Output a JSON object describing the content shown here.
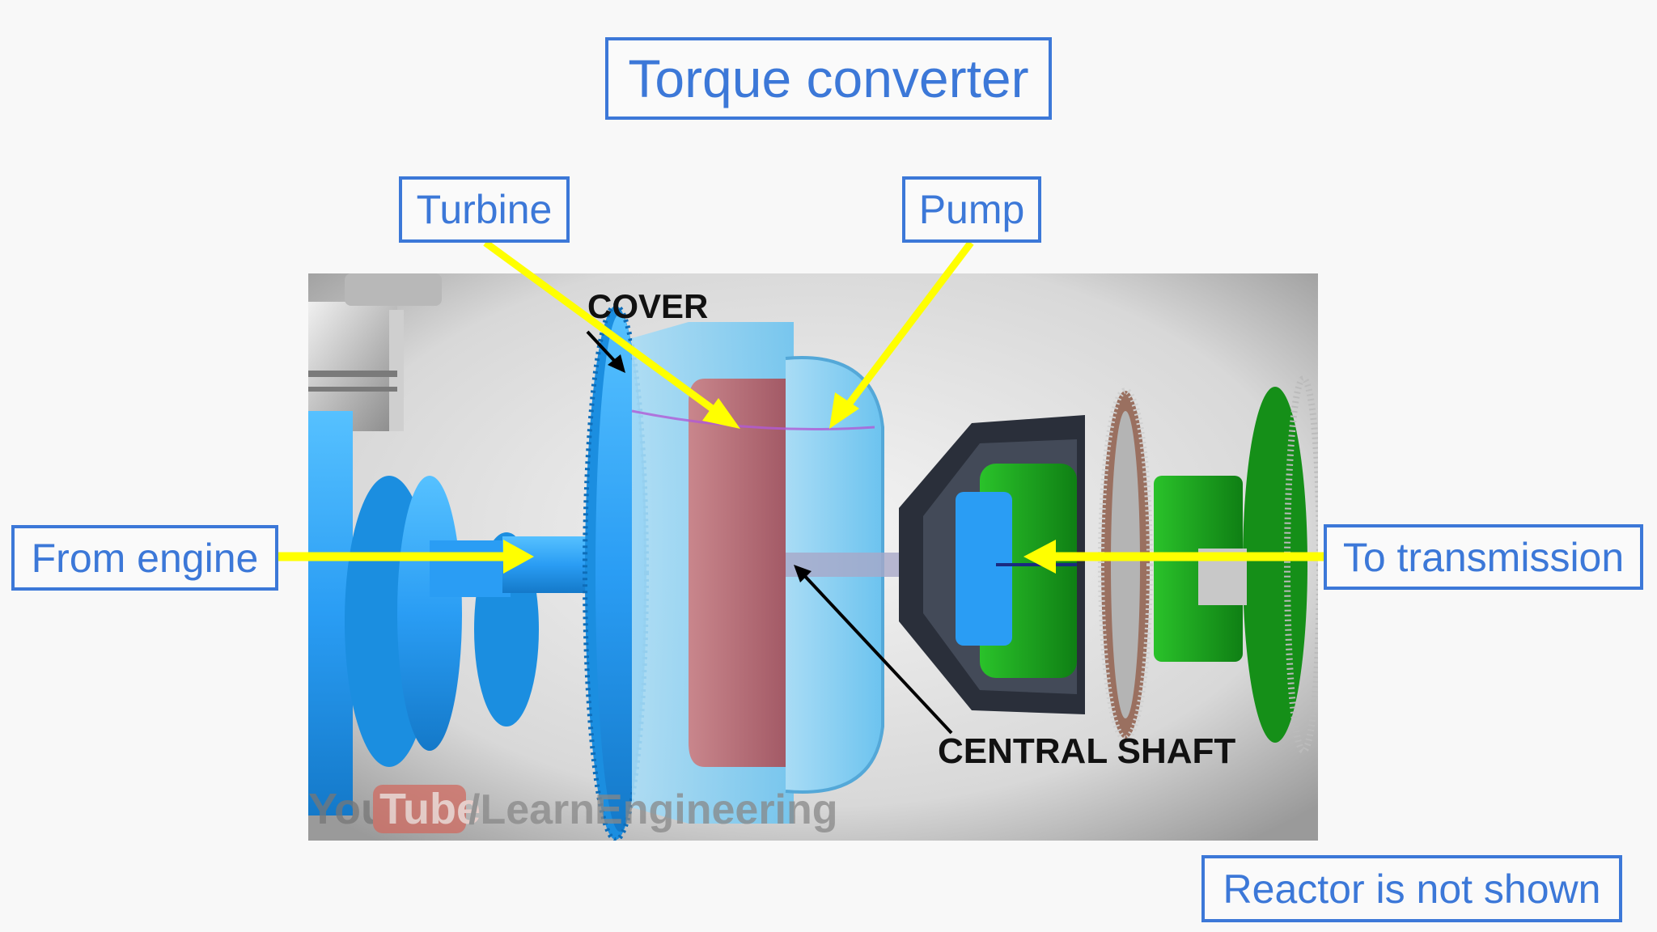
{
  "title": "Torque converter",
  "labels": {
    "turbine": "Turbine",
    "pump": "Pump",
    "from_engine": "From engine",
    "to_transmission": "To transmission",
    "reactor_note": "Reactor is not shown"
  },
  "photo": {
    "cover_label": "COVER",
    "central_shaft_label": "CENTRAL SHAFT",
    "watermark": {
      "you": "You",
      "tube": "Tube",
      "channel": "/LearnEngineering"
    }
  },
  "colors": {
    "label_blue": "#3c78d8",
    "arrow_yellow": "#ffff00",
    "part_blue": "#2a9df4",
    "turbine_red": "#b9707a",
    "transmission_green": "#1ea81e"
  },
  "icons": {
    "arrow": "yellow-arrow"
  }
}
